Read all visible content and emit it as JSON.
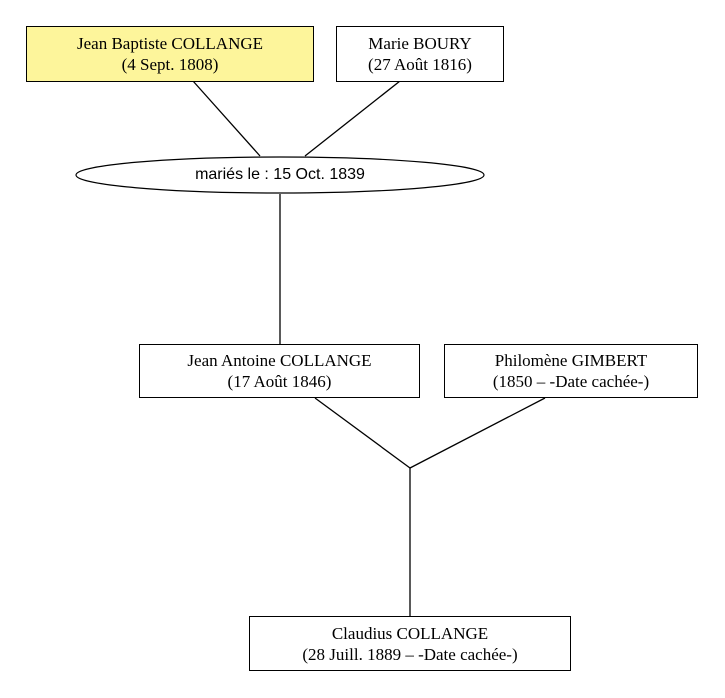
{
  "tree": {
    "grandfather": {
      "name": "Jean Baptiste COLLANGE",
      "dates": "(4 Sept. 1808)",
      "highlight_color": "#fdf59b"
    },
    "grandmother": {
      "name": "Marie BOURY",
      "dates": "(27 Août 1816)"
    },
    "marriage": {
      "label": "mariés le : 15 Oct. 1839"
    },
    "father": {
      "name": "Jean Antoine COLLANGE",
      "dates": "(17 Août 1846)"
    },
    "mother": {
      "name": "Philomène GIMBERT",
      "dates": "(1850 – -Date cachée-)"
    },
    "child": {
      "name": "Claudius COLLANGE",
      "dates": "(28 Juill. 1889 – -Date cachée-)"
    }
  }
}
